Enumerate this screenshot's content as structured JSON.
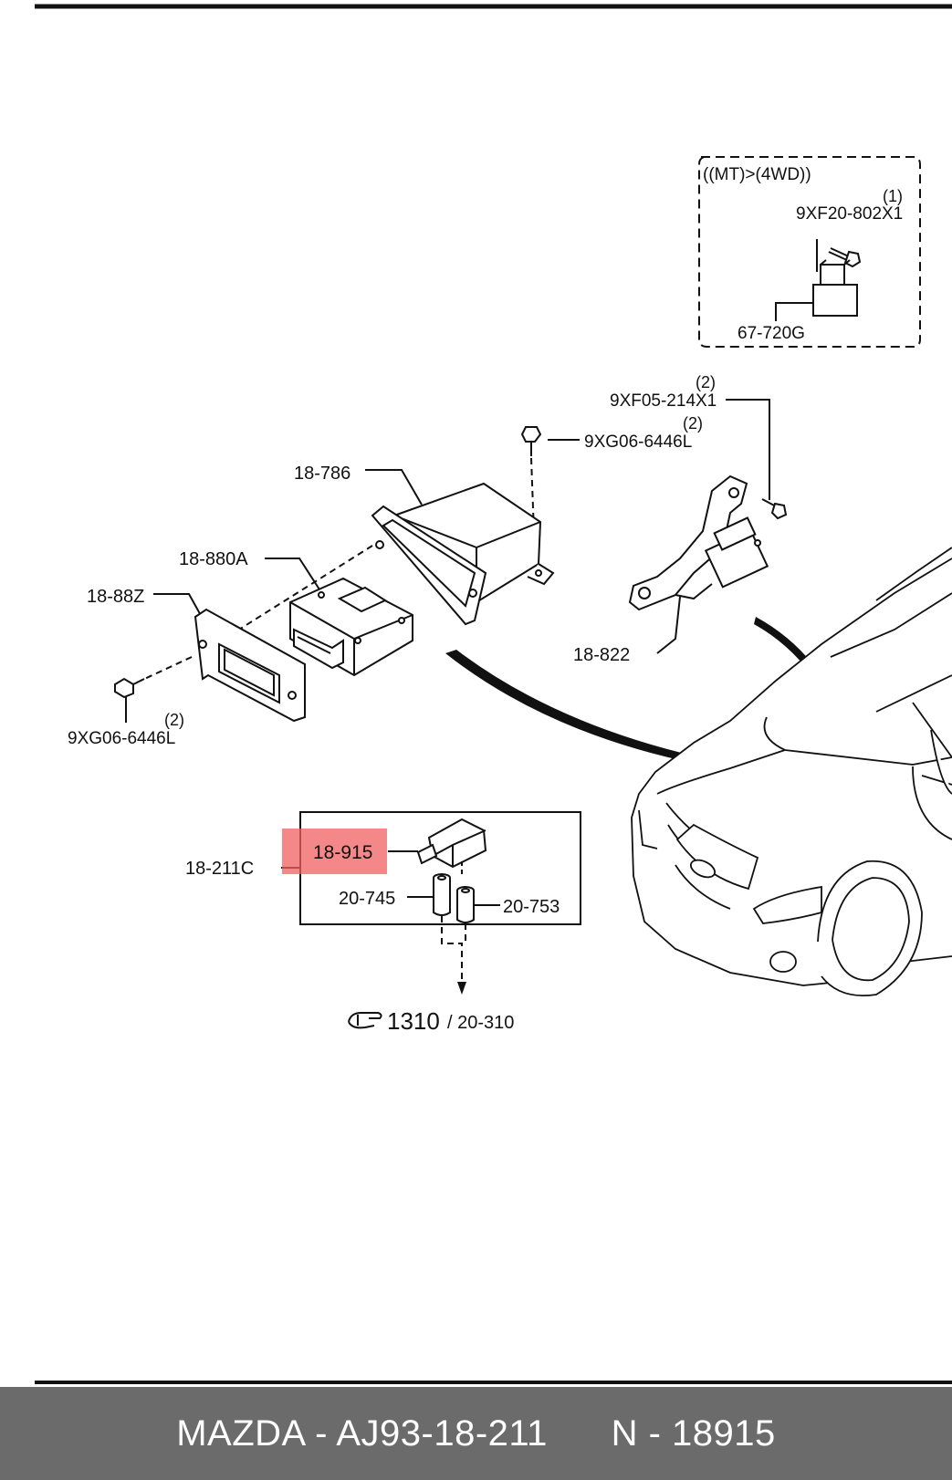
{
  "inset": {
    "title": "((MT)>(4WD))",
    "qty_1": "(1)",
    "part_bolt": "9XF20-802X1",
    "part_relay": "67-720G"
  },
  "parts": {
    "qty_bracket_bolt": "(2)",
    "bracket_bolt": "9XF05-214X1",
    "qty_top_screw": "(2)",
    "top_screw": "9XG06-6446L",
    "case": "18-786",
    "control_unit": "18-880A",
    "cover_plate": "18-88Z",
    "bottom_screw": "9XG06-6446L",
    "qty_bottom_screw": "(2)",
    "bracket": "18-822",
    "harness": "18-211C",
    "connector": "18-915",
    "terminal_a": "20-745",
    "terminal_b": "20-753"
  },
  "reference": {
    "main": "1310",
    "sub": "/ 20-310"
  },
  "highlight": {
    "color": "#f06060"
  },
  "footer": {
    "text": "MAZDA - AJ93-18-211      N - 18915"
  }
}
